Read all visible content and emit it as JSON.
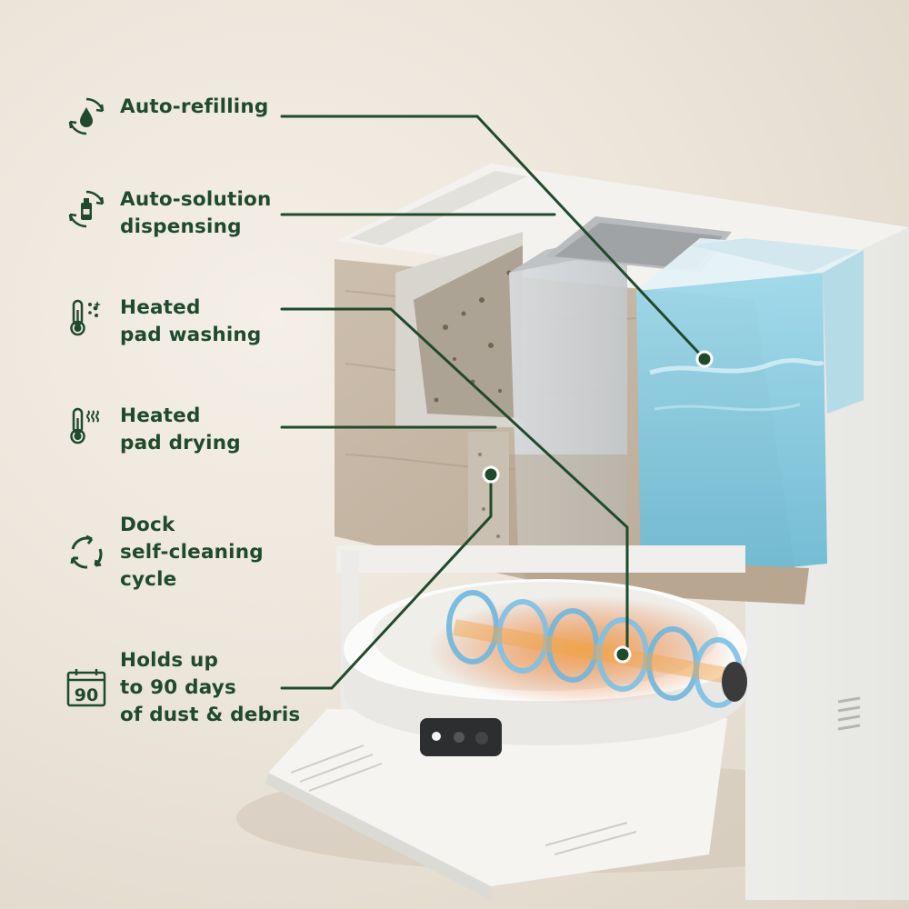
{
  "colors": {
    "text": "#1f4a2c",
    "leader_line": "#1f4a2c",
    "background": "#ece5da",
    "water": "#7cc8de"
  },
  "features": [
    {
      "id": "auto-refilling",
      "icon": "water-drop-refresh-icon",
      "lines": [
        "Auto-refilling"
      ]
    },
    {
      "id": "auto-solution",
      "icon": "solution-bottle-refresh-icon",
      "lines": [
        "Auto-solution",
        "dispensing"
      ]
    },
    {
      "id": "heated-washing",
      "icon": "thermometer-sparkle-icon",
      "lines": [
        "Heated",
        "pad washing"
      ]
    },
    {
      "id": "heated-drying",
      "icon": "thermometer-heat-waves-icon",
      "lines": [
        "Heated",
        "pad drying"
      ]
    },
    {
      "id": "self-cleaning",
      "icon": "recycle-arrows-icon",
      "lines": [
        "Dock",
        "self-cleaning",
        "cycle"
      ]
    },
    {
      "id": "dust-capacity",
      "icon": "calendar-90-icon",
      "lines": [
        "Holds up",
        "to 90 days",
        "of dust & debris"
      ],
      "icon_text": "90"
    }
  ]
}
